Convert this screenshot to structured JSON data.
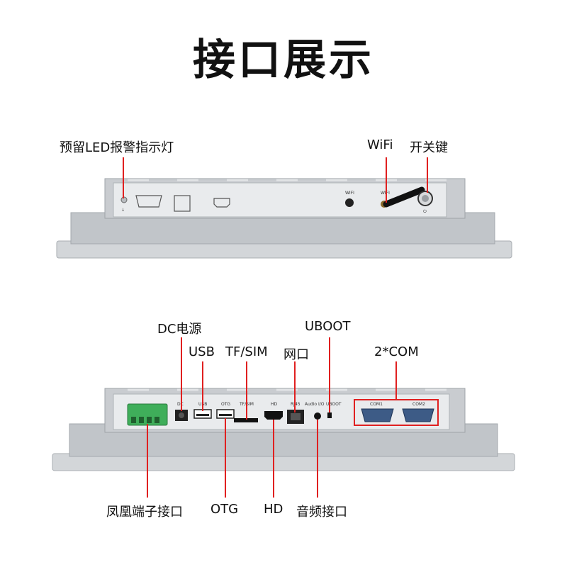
{
  "title": "接口展示",
  "top_device": {
    "callouts": {
      "led": "预留LED报警指示灯",
      "wifi": "WiFi",
      "power": "开关键"
    },
    "port_labels": {
      "wifi_small": "WIFI",
      "wifi2_small": "WIFI"
    }
  },
  "bottom_device": {
    "callouts": {
      "dc": "DC电源",
      "usb": "USB",
      "tfsim": "TF/SIM",
      "lan": "网口",
      "uboot": "UBOOT",
      "com": "2*COM",
      "phoenix": "凤凰端子接口",
      "otg": "OTG",
      "hd": "HD",
      "audio": "音频接口"
    },
    "port_labels": {
      "dc": "DC",
      "usb": "USB",
      "otg": "OTG",
      "tfsim": "TF/SIM",
      "hd": "HD",
      "rj45": "RJ45",
      "audio": "Audio I/O",
      "uboot": "UBOOT",
      "com1": "COM1",
      "com2": "COM2"
    }
  },
  "colors": {
    "callout_line": "#e02020",
    "panel_body": "#c9ccd0",
    "panel_face": "#e6e8ea",
    "frame": "#b4b8bc"
  }
}
